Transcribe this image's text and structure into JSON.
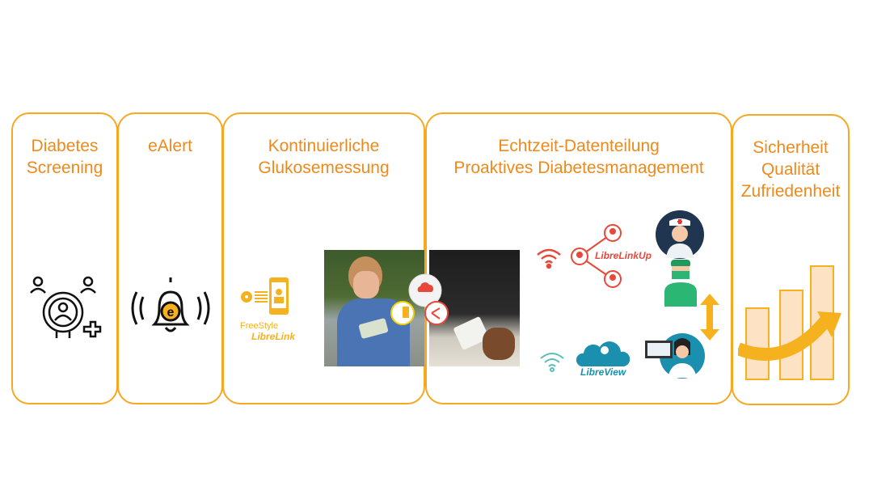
{
  "panels": [
    {
      "title_lines": [
        "Diabetes",
        "Screening"
      ]
    },
    {
      "title_lines": [
        "eAlert"
      ]
    },
    {
      "title_lines": [
        "Kontinuierliche",
        "Glukosemessung"
      ],
      "app_label_1": "FreeStyle",
      "app_label_2": "LibreLink"
    },
    {
      "title_lines": [
        "Echtzeit-Datenteilung",
        "Proaktives Diabetesmanagement"
      ],
      "share_label": "LibreLinkUp",
      "cloud_label": "LibreView"
    },
    {
      "title_lines": [
        "Sicherheit",
        "Qualität",
        "Zufriedenheit"
      ]
    }
  ],
  "colors": {
    "accent": "#f6a821",
    "title": "#ee8a1c",
    "red": "#e8483a",
    "teal": "#1a8fae"
  }
}
